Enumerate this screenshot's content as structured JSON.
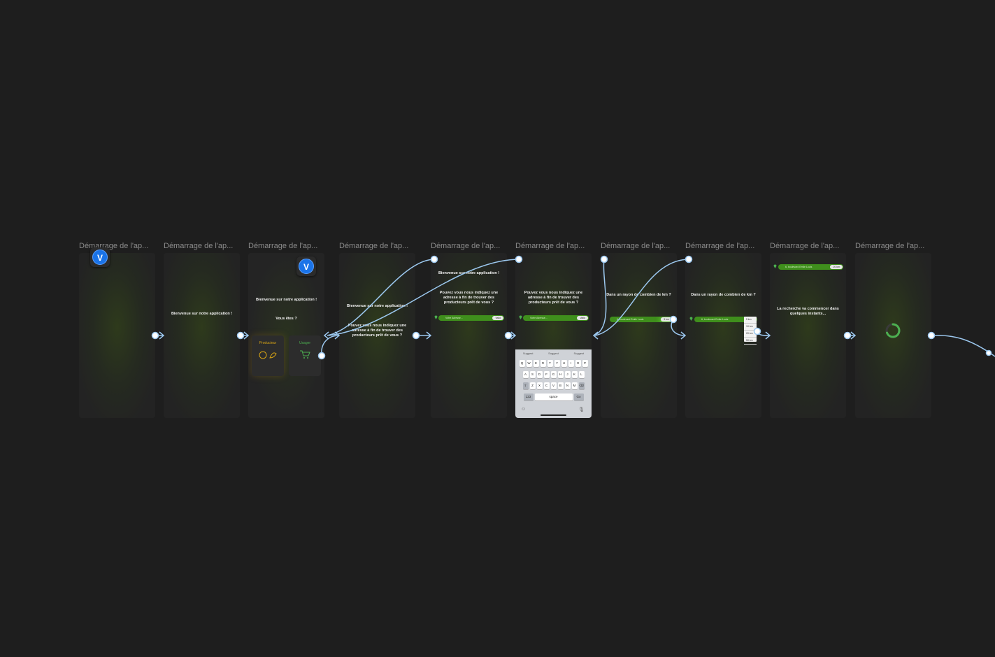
{
  "frames": [
    {
      "title": "Démarrage de l'ap..."
    },
    {
      "title": "Démarrage de l'ap...",
      "welcome": "Bienvenue sur notre application !"
    },
    {
      "title": "Démarrage de l'ap...",
      "welcome": "Bienvenue sur notre application !",
      "question": "Vous êtes ?",
      "choice1": "Producteur",
      "choice2": "Usager"
    },
    {
      "title": "Démarrage de l'ap...",
      "welcome": "Bienvenue sur notre application !",
      "question": "Pouvez vous nous indiquez une adresse à fin de trouver des producteurs prêt de vous ?"
    },
    {
      "title": "Démarrage de l'ap...",
      "welcome": "Bienvenue sur notre application !",
      "question": "Pouvez vous nous indiquez une adresse à fin de trouver des producteurs prêt de vous ?",
      "input": "Votre Adresse...",
      "button": "Valid"
    },
    {
      "title": "Démarrage de l'ap...",
      "question": "Pouvez vous nous indiquez une adresse à fin de trouver des producteurs prêt de vous ?",
      "input": "Votre Adresse...",
      "button": "Valid"
    },
    {
      "title": "Démarrage de l'ap...",
      "question": "Dans un rayon de combien de km ?",
      "input": "6, boulevard Emile Louis",
      "button": "5 km"
    },
    {
      "title": "Démarrage de l'ap...",
      "question": "Dans un rayon de combien de km ?",
      "input": "6, boulevard Emile Louis",
      "options": [
        "5 km",
        "10 km",
        "20 km",
        "50 km"
      ]
    },
    {
      "title": "Démarrage de l'ap...",
      "input": "6, boulevard Emile Louis",
      "button": "20 km",
      "message": "La recherche va commencer dans quelques instants..."
    },
    {
      "title": "Démarrage de l'ap..."
    }
  ],
  "keyboard": {
    "suggestions": [
      "Suggest",
      "Suggest",
      "Suggest"
    ],
    "row1": [
      "Q",
      "W",
      "E",
      "R",
      "T",
      "Y",
      "U",
      "I",
      "O",
      "P"
    ],
    "row2": [
      "A",
      "S",
      "D",
      "F",
      "G",
      "H",
      "J",
      "K",
      "L"
    ],
    "row3": [
      "Z",
      "X",
      "C",
      "V",
      "B",
      "N",
      "M"
    ],
    "numbers": "123",
    "space": "space",
    "go": "Go"
  },
  "avatars": [
    {
      "initial": "V"
    },
    {
      "initial": "V"
    }
  ],
  "colors": {
    "background": "#1e1e1e",
    "accent_green": "#3f8f1c",
    "connector": "#9cc8ef",
    "avatar_blue": "#1a73e8",
    "producer_yellow": "#d9a514"
  }
}
